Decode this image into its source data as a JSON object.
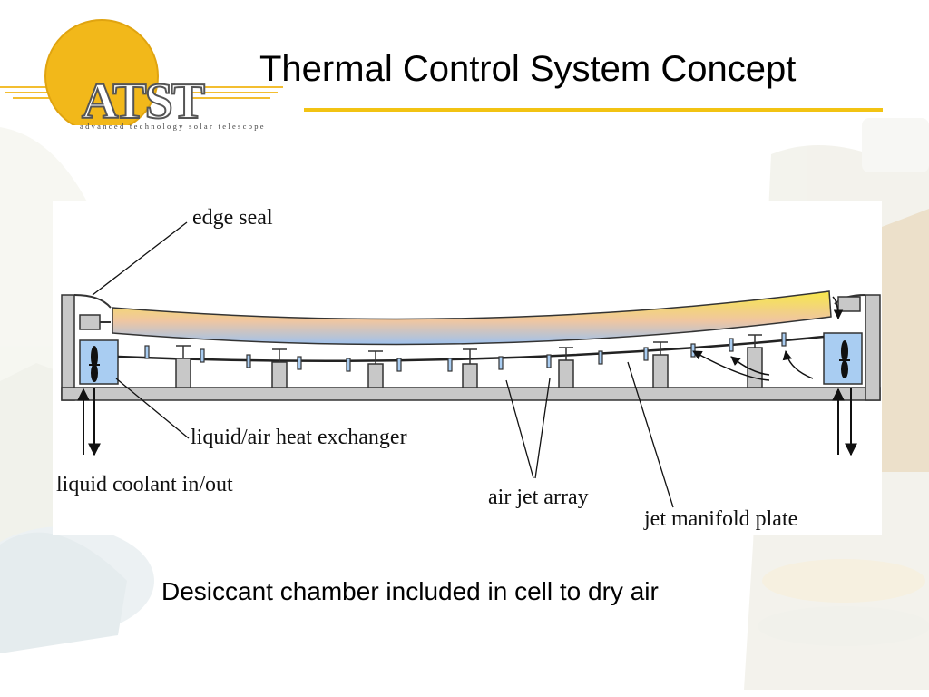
{
  "logo": {
    "text": "ATST",
    "tagline": "advanced technology solar telescope",
    "color": "#f2b81a"
  },
  "slide": {
    "title": "Thermal Control System Concept",
    "caption": "Desiccant chamber included in cell to dry air",
    "accent_color": "#f2c313"
  },
  "diagram": {
    "labels": {
      "edge_seal": "edge seal",
      "heat_exchanger": "liquid/air heat exchanger",
      "coolant": "liquid coolant in/out",
      "air_jet_array": "air jet array",
      "jet_manifold_plate": "jet manifold plate"
    },
    "mirror_gradient": [
      "#f7e84a",
      "#f0c6a0",
      "#9ec2ee"
    ],
    "exchanger_color": "#a9cdf2"
  }
}
